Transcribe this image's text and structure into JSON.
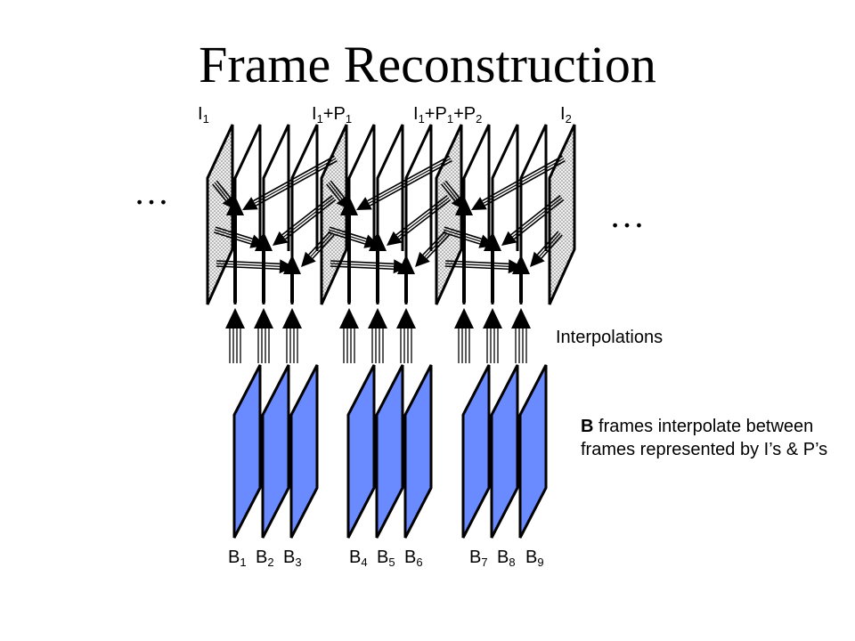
{
  "title": "Frame Reconstruction",
  "top_labels": [
    {
      "base": "I",
      "sub": "1",
      "rest": []
    },
    {
      "base": "I",
      "sub": "1",
      "rest": [
        {
          "t": "+P",
          "s": "1"
        }
      ]
    },
    {
      "base": "I",
      "sub": "1",
      "rest": [
        {
          "t": "+P",
          "s": "1"
        },
        {
          "t": "+P",
          "s": "2"
        }
      ]
    },
    {
      "base": "I",
      "sub": "2",
      "rest": []
    }
  ],
  "ellipsis": "…",
  "interpolations_label": "Interpolations",
  "b_note": {
    "bold": "B",
    "text": " frames interpolate between frames represented by I’s & P’s"
  },
  "b_labels": [
    {
      "base": "B",
      "sub": "1"
    },
    {
      "base": "B",
      "sub": "2"
    },
    {
      "base": "B",
      "sub": "3"
    },
    {
      "base": "B",
      "sub": "4"
    },
    {
      "base": "B",
      "sub": "5"
    },
    {
      "base": "B",
      "sub": "6"
    },
    {
      "base": "B",
      "sub": "7"
    },
    {
      "base": "B",
      "sub": "8"
    },
    {
      "base": "B",
      "sub": "9"
    }
  ],
  "colors": {
    "b_frame_fill": "#6a8aff",
    "ref_frame_fill": "#e6e6e6",
    "line": "#000000"
  }
}
